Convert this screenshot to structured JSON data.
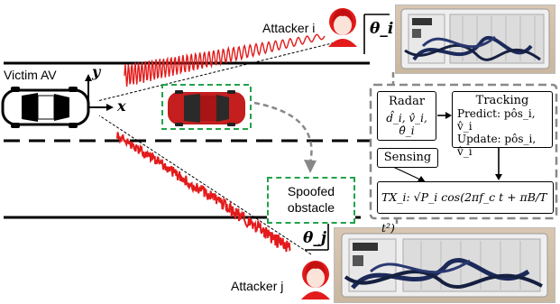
{
  "labels": {
    "victim": "Victim AV",
    "attacker_i": "Attacker i",
    "attacker_j": "Attacker j",
    "theta_i": "θ_i",
    "theta_j": "θ_j",
    "axis_x": "x",
    "axis_y": "y",
    "spoofed_line1": "Spoofed",
    "spoofed_line2": "obstacle"
  },
  "blocks": {
    "radar": {
      "title": "Radar",
      "formula": "d̂_i, v̂_i, θ̂_i"
    },
    "tracking": {
      "title": "Tracking",
      "predict": "Predict: pôs_i, v̂_i",
      "update": "Update: pôs_i, v̂_i"
    },
    "sensing": {
      "title": "Sensing"
    },
    "tx": {
      "formula": "TX_i: √P_i cos(2πf_c t + πB/T t²)"
    }
  },
  "colors": {
    "signal": "#e31b1b",
    "obstacle_box": "#22a34a",
    "car_red": "#c41e1e",
    "photo_bg": "#d5c3ad"
  },
  "icons": [
    "victim-car-icon",
    "red-car-icon",
    "attacker-avatar-icon",
    "radar-hardware-photo"
  ]
}
